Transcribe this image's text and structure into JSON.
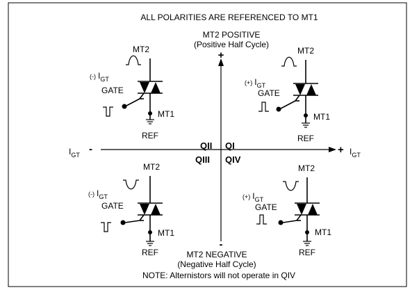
{
  "header": {
    "title": "ALL POLARITIES ARE REFERENCED TO MT1"
  },
  "top": {
    "label": "MT2 POSITIVE",
    "sub": "(Positive Half Cycle)",
    "sign": "+"
  },
  "bottom": {
    "label": "MT2 NEGATIVE",
    "sub": "(Negative Half Cycle)",
    "sign": "-"
  },
  "note": "NOTE: Alternistors will not operate in QIV",
  "axis": {
    "left_sign": "-",
    "right_sign": "+",
    "igt_main": "I",
    "igt_sub": "GT"
  },
  "quadrants": {
    "q1": "QI",
    "q2": "QII",
    "q3": "QIII",
    "q4": "QIV"
  },
  "terminals": {
    "mt2": "MT2",
    "mt1": "MT1",
    "gate": "GATE",
    "ref": "REF"
  },
  "polarity": {
    "neg": "(-)",
    "pos": "(+)"
  }
}
